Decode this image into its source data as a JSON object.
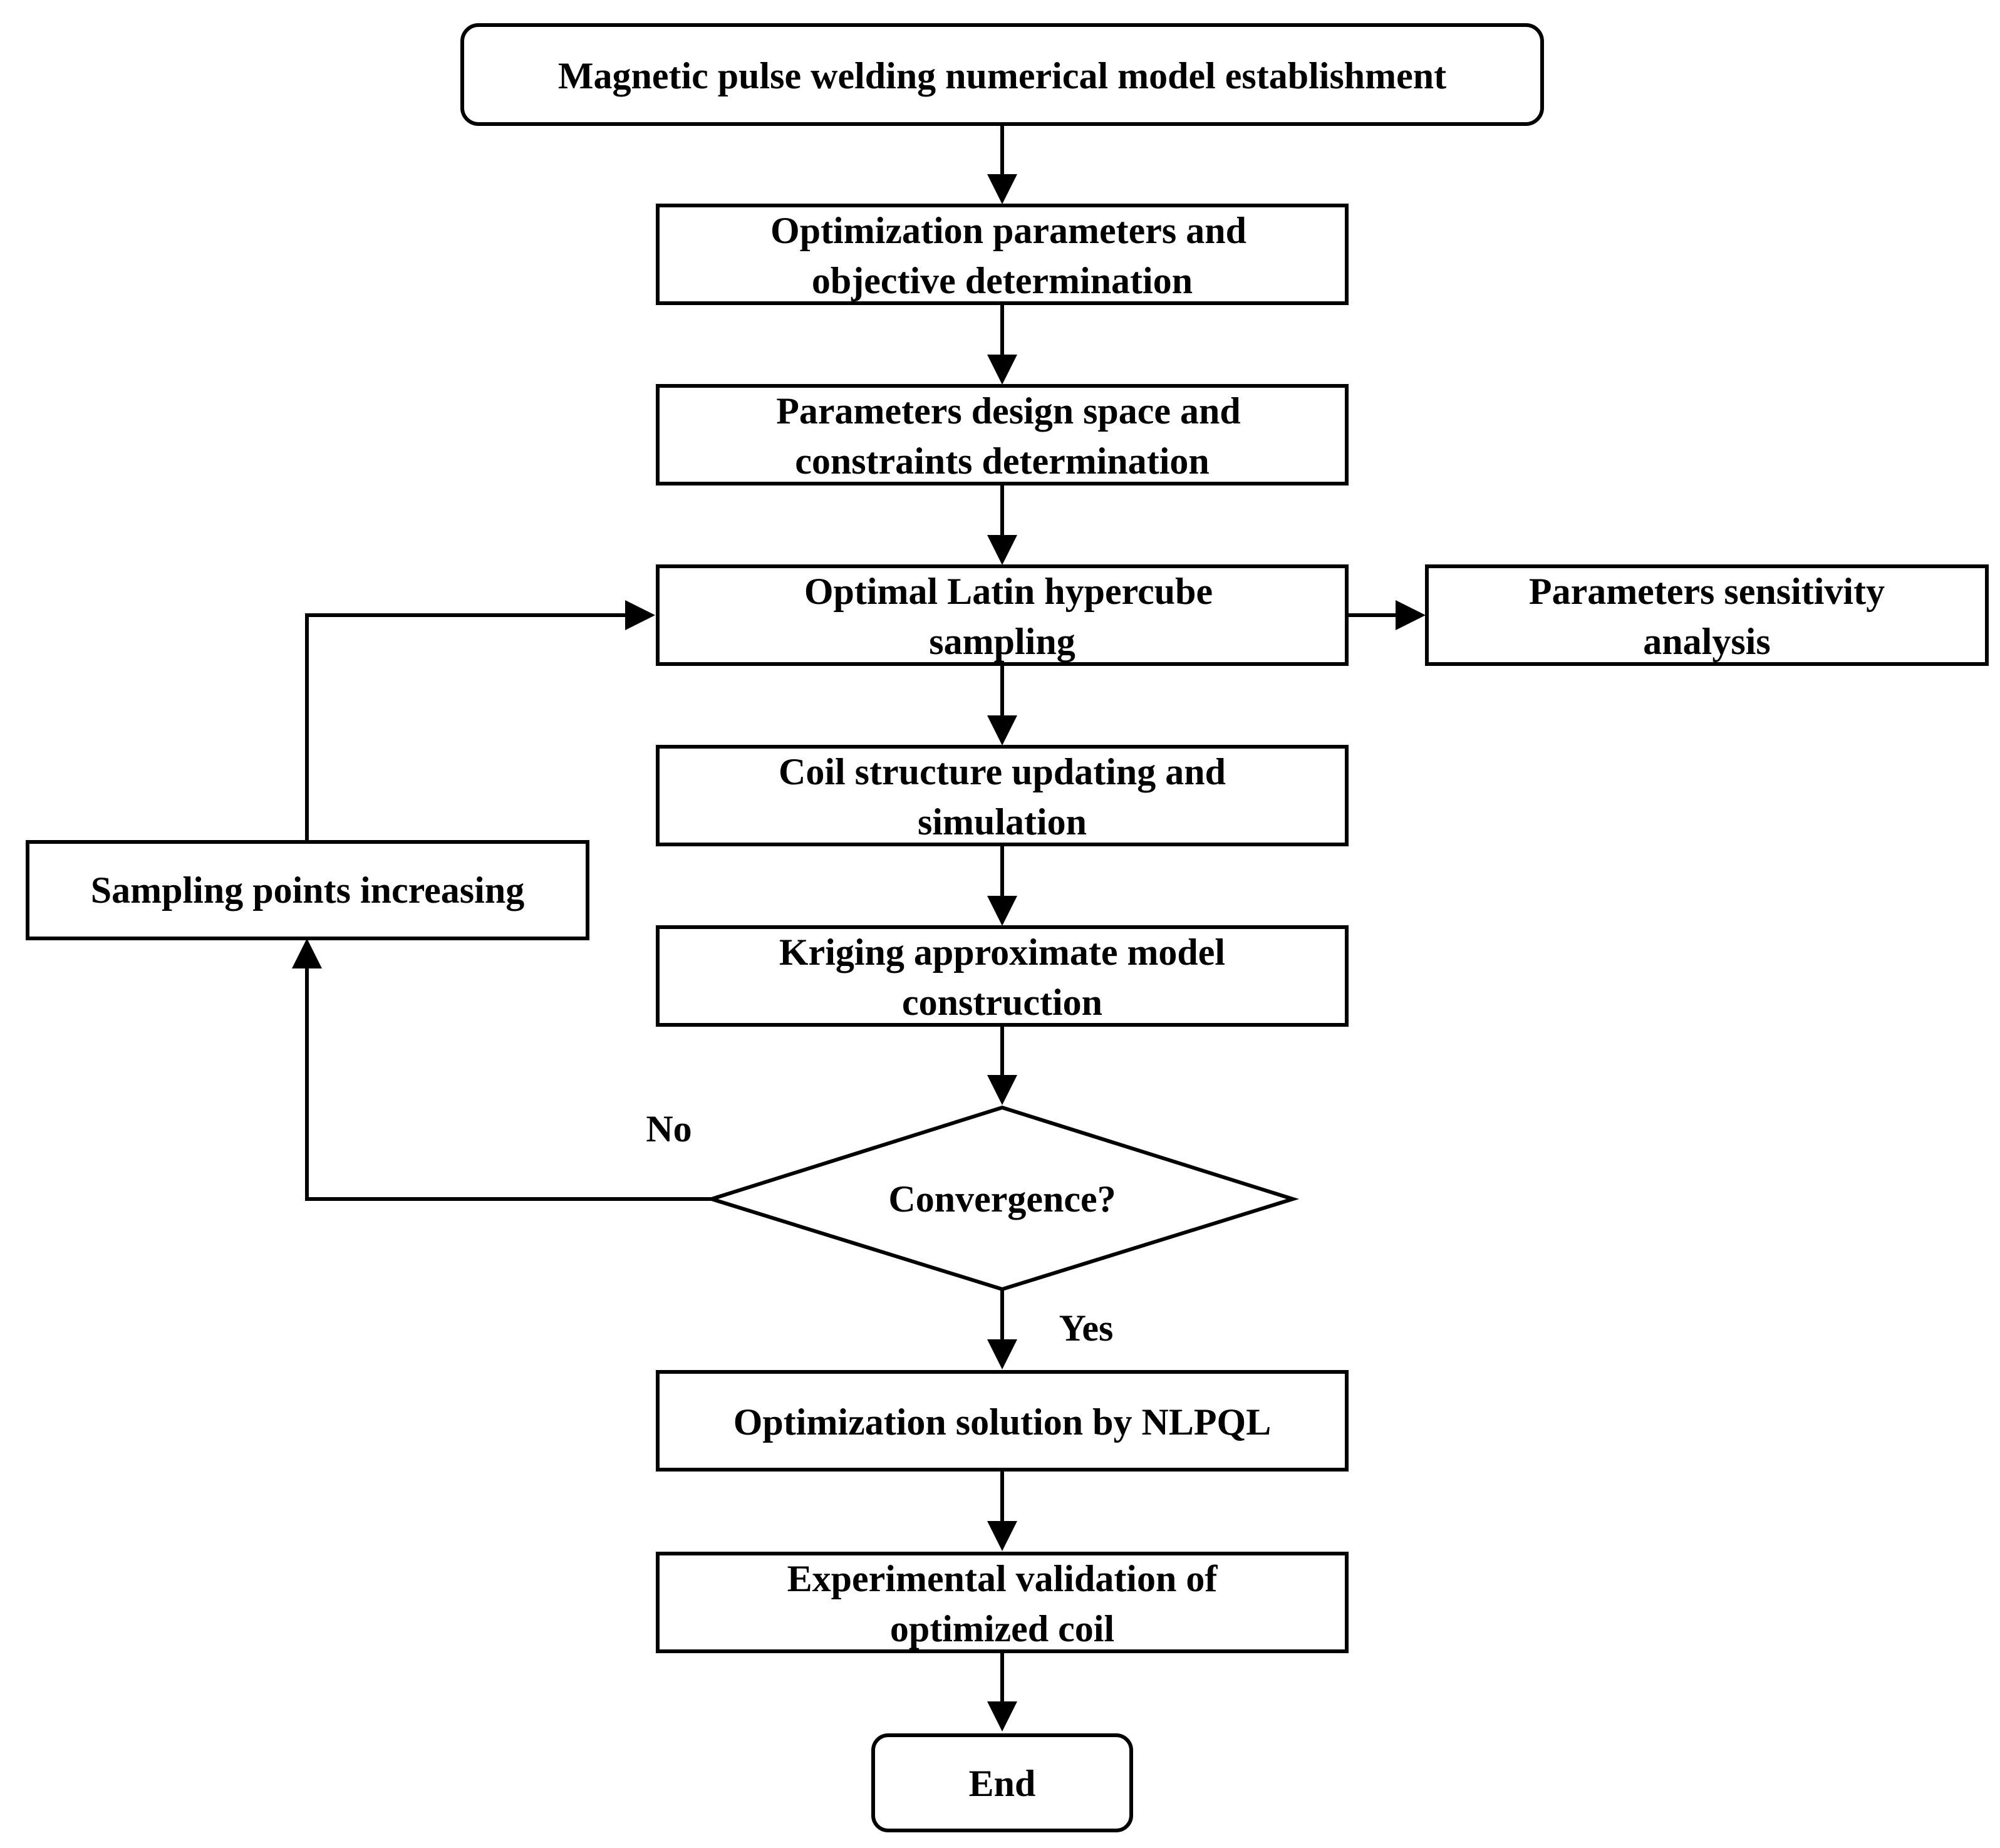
{
  "nodes": {
    "start": {
      "lines": [
        "Magnetic pulse welding numerical model establishment"
      ]
    },
    "opt_params": {
      "lines": [
        "Optimization parameters and",
        "objective determination"
      ]
    },
    "design_space": {
      "lines": [
        "Parameters design space and",
        "constraints determination"
      ]
    },
    "lhs": {
      "lines": [
        "Optimal Latin hypercube",
        "sampling"
      ]
    },
    "sensitivity": {
      "lines": [
        "Parameters sensitivity",
        "analysis"
      ]
    },
    "coil_update": {
      "lines": [
        "Coil structure updating and",
        "simulation"
      ]
    },
    "kriging": {
      "lines": [
        "Kriging approximate model",
        "construction"
      ]
    },
    "convergence": {
      "lines": [
        "Convergence?"
      ]
    },
    "sampling_inc": {
      "lines": [
        "Sampling points increasing"
      ]
    },
    "nlpql": {
      "lines": [
        "Optimization solution by NLPQL"
      ]
    },
    "validation": {
      "lines": [
        "Experimental validation of",
        "optimized coil"
      ]
    },
    "end": {
      "lines": [
        "End"
      ]
    }
  },
  "edge_labels": {
    "no": "No",
    "yes": "Yes"
  }
}
